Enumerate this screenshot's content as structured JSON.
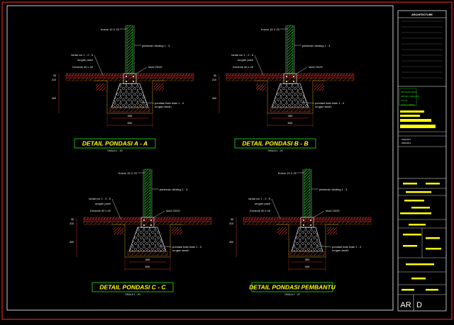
{
  "details": [
    {
      "id": "a",
      "title": "DETAIL PONDASI  A - A",
      "scale": "SKALA  1 : 20",
      "labels": {
        "kolom": "Kolom 15 X 20",
        "plesteran": "plesteran dinding  1 : 3",
        "lantai": "lantai cor  1 : 2 : 5",
        "urugan_pasir": "urugan pasir",
        "keramik": "Keramik 40 x 40",
        "sloof": "sloof 20/25",
        "pondasi": "pondasi batu isian  1 : 4",
        "urugan_tanah": "urugan tanah"
      },
      "dims": {
        "d1": "30",
        "d2": "210",
        "d3": "400",
        "w1": "400",
        "w2": "600"
      }
    },
    {
      "id": "b",
      "title": "DETAIL PONDASI  B - B",
      "scale": "SKALA  1 : 20",
      "labels": {
        "kolom": "Kolom 15 X 20",
        "plesteran": "plesteran dinding  1 : 3",
        "lantai": "lantai cor  1 : 2 : 5",
        "urugan_pasir": "urugan pasir",
        "keramik": "Keramik 40 x 40",
        "sloof": "sloof 20/25",
        "pondasi": "pondasi batu isian  1 : 4",
        "urugan_tanah": "urugan tanah"
      },
      "dims": {
        "d1": "30",
        "d2": "210",
        "d3": "400",
        "w1": "400",
        "w2": "600"
      }
    },
    {
      "id": "c",
      "title": "DETAIL PONDASI  C - C",
      "scale": "SKALA  1 : 20",
      "labels": {
        "kolom": "Kolom 15 X 20",
        "plesteran": "plesteran dinding  1 : 3",
        "lantai": "lantai cor  1 : 2 : 5",
        "urugan_pasir": "urugan pasir",
        "keramik": "Keramik 40 x 40",
        "sloof": "sloof 20/25",
        "pondasi": "pondasi batu isian  1 : 4",
        "urugan_tanah": "urugan tanah"
      },
      "dims": {
        "d1": "30",
        "d2": "210",
        "d3": "400",
        "w1": "400",
        "w2": "600"
      }
    },
    {
      "id": "d",
      "title": "DETAIL PONDASI PEMBANTU",
      "scale": "SKALA  1 : 20",
      "labels": {
        "kolom": "Kolom 15 X 20",
        "plesteran": "plesteran dinding  1 : 3",
        "lantai": "lantai cor  1 : 2 : 5",
        "urugan_pasir": "urugan pasir",
        "keramik": "Keramik 40 x 40",
        "sloof": "sloof 20/25",
        "pondasi": "pondasi batu isian  1 : 4",
        "urugan_tanah": "urugan tanah"
      },
      "dims": {
        "d1": "30",
        "d2": "210",
        "d3": "300",
        "w1": "300",
        "w2": "400"
      }
    }
  ],
  "title_block": {
    "header": "ARCHITECTURE",
    "small_lines": [
      "PROGRAM KERJA",
      "PROYEK / KEGIATAN",
      "LOKASI",
      "NAMA GAMBAR"
    ],
    "dates": [
      "15/01/2013",
      "20/01/2013"
    ],
    "sheet_code": "AR",
    "sheet_suffix": "D"
  },
  "colors": {
    "background": "#000000",
    "frame": "#ff2a2a",
    "text": "#ffffff",
    "title_box": "#19e619",
    "title_text": "#ffff00",
    "label": "#e8e8e8",
    "hatch": "#ff3b3b",
    "column": "#28c828",
    "dim": "#ff4040",
    "yellow": "#ffff00"
  }
}
